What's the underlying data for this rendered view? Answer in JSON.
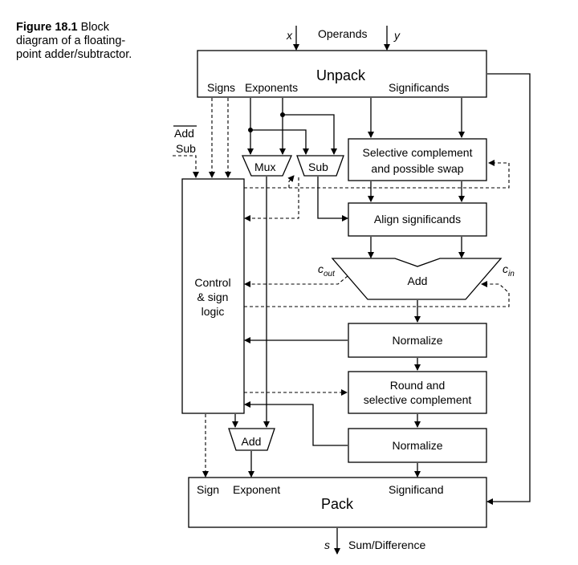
{
  "caption": {
    "figure_number": "Figure 18.1",
    "text": "Block diagram of a floating-point adder/subtractor."
  },
  "inputs": {
    "x": "x",
    "y": "y",
    "operands": "Operands"
  },
  "unpack": {
    "title": "Unpack",
    "signs": "Signs",
    "exponents": "Exponents",
    "significands": "Significands"
  },
  "add_sub": {
    "add": "Add",
    "sub": "Sub"
  },
  "mux": "Mux",
  "sub_unit": "Sub",
  "selective_complement": {
    "line1": "Selective complement",
    "line2": "and possible swap"
  },
  "align": "Align significands",
  "adder": {
    "label": "Add",
    "cout_main": "c",
    "cout_sub": "out",
    "cin_main": "c",
    "cin_sub": "in"
  },
  "control": {
    "line1": "Control",
    "line2": "& sign",
    "line3": "logic"
  },
  "normalize1": "Normalize",
  "round": {
    "line1": "Round and",
    "line2": "selective complement"
  },
  "normalize2": "Normalize",
  "exp_add": "Add",
  "pack": {
    "title": "Pack",
    "sign": "Sign",
    "exponent": "Exponent",
    "significand": "Significand"
  },
  "output": {
    "s": "s",
    "label": "Sum/Difference"
  }
}
